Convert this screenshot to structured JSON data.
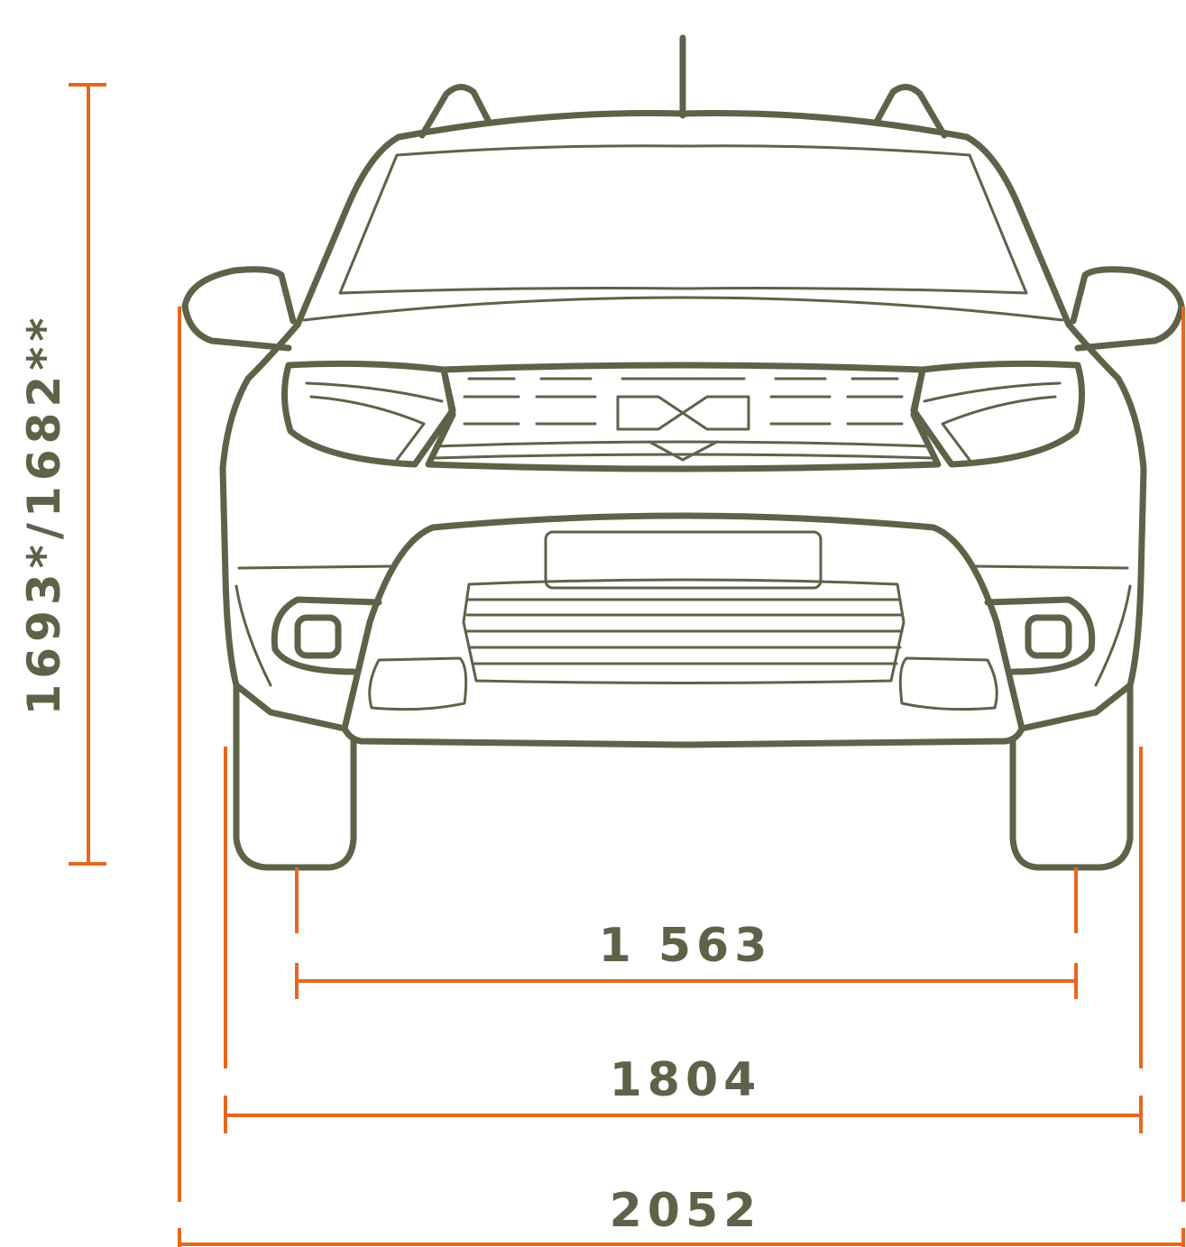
{
  "dimensions": {
    "height": "1693*/1682**",
    "track": "1 563",
    "width": "1804",
    "width_with_mirrors": "2052"
  },
  "colors": {
    "dimension_lines": "#e8671f",
    "outline": "#5e6249",
    "background": "#ffffff"
  }
}
